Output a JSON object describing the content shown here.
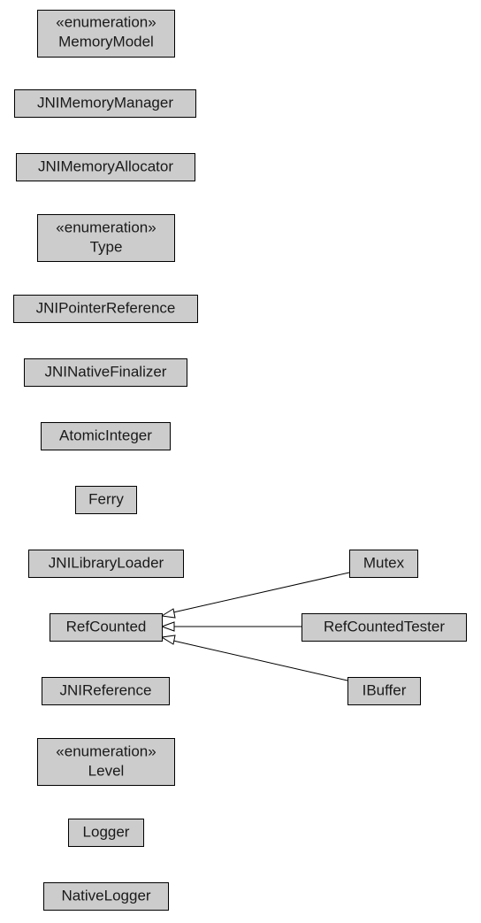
{
  "nodes": {
    "memorymodel": {
      "stereotype": "«enumeration»",
      "label": "MemoryModel"
    },
    "jnimemorymanager": {
      "label": "JNIMemoryManager"
    },
    "jnimemoryallocator": {
      "label": "JNIMemoryAllocator"
    },
    "type": {
      "stereotype": "«enumeration»",
      "label": "Type"
    },
    "jnipointerreference": {
      "label": "JNIPointerReference"
    },
    "jninativefinalizer": {
      "label": "JNINativeFinalizer"
    },
    "atomicinteger": {
      "label": "AtomicInteger"
    },
    "ferry": {
      "label": "Ferry"
    },
    "jnilibraryloader": {
      "label": "JNILibraryLoader"
    },
    "refcounted": {
      "label": "RefCounted"
    },
    "jnireference": {
      "label": "JNIReference"
    },
    "level": {
      "stereotype": "«enumeration»",
      "label": "Level"
    },
    "logger": {
      "label": "Logger"
    },
    "nativelogger": {
      "label": "NativeLogger"
    },
    "mutex": {
      "label": "Mutex"
    },
    "refcountedtester": {
      "label": "RefCountedTester"
    },
    "ibuffer": {
      "label": "IBuffer"
    }
  },
  "edges": [
    {
      "from": "mutex",
      "to": "refcounted",
      "kind": "inheritance"
    },
    {
      "from": "refcountedtester",
      "to": "refcounted",
      "kind": "inheritance"
    },
    {
      "from": "ibuffer",
      "to": "refcounted",
      "kind": "inheritance"
    }
  ]
}
